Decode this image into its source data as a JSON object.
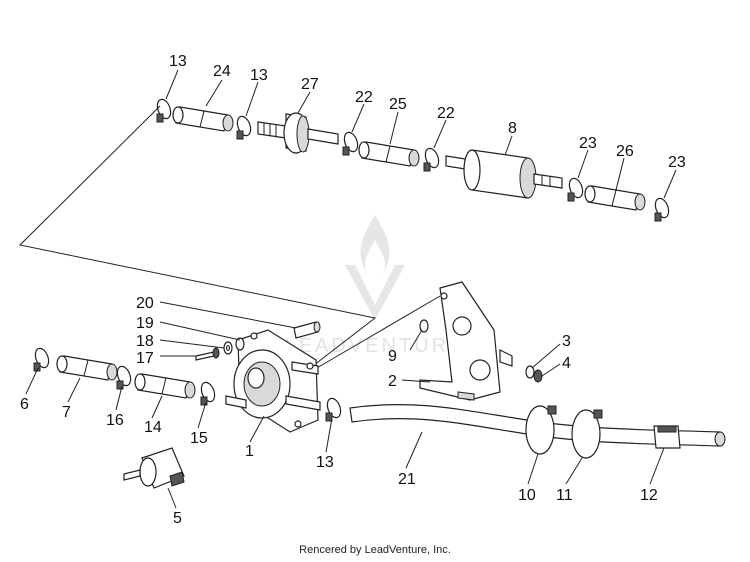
{
  "diagram": {
    "callouts": [
      {
        "id": "c13a",
        "label": "13"
      },
      {
        "id": "c24",
        "label": "24"
      },
      {
        "id": "c13b",
        "label": "13"
      },
      {
        "id": "c27",
        "label": "27"
      },
      {
        "id": "c22a",
        "label": "22"
      },
      {
        "id": "c25",
        "label": "25"
      },
      {
        "id": "c22b",
        "label": "22"
      },
      {
        "id": "c8",
        "label": "8"
      },
      {
        "id": "c23a",
        "label": "23"
      },
      {
        "id": "c26",
        "label": "26"
      },
      {
        "id": "c23b",
        "label": "23"
      },
      {
        "id": "c20",
        "label": "20"
      },
      {
        "id": "c19",
        "label": "19"
      },
      {
        "id": "c18",
        "label": "18"
      },
      {
        "id": "c17",
        "label": "17"
      },
      {
        "id": "c9",
        "label": "9"
      },
      {
        "id": "c3",
        "label": "3"
      },
      {
        "id": "c4",
        "label": "4"
      },
      {
        "id": "c2",
        "label": "2"
      },
      {
        "id": "c6",
        "label": "6"
      },
      {
        "id": "c7",
        "label": "7"
      },
      {
        "id": "c16",
        "label": "16"
      },
      {
        "id": "c14",
        "label": "14"
      },
      {
        "id": "c15",
        "label": "15"
      },
      {
        "id": "c1",
        "label": "1"
      },
      {
        "id": "c13c",
        "label": "13"
      },
      {
        "id": "c21",
        "label": "21"
      },
      {
        "id": "c10",
        "label": "10"
      },
      {
        "id": "c11",
        "label": "11"
      },
      {
        "id": "c12",
        "label": "12"
      },
      {
        "id": "c5",
        "label": "5"
      }
    ],
    "credit": "Rencered by LeadVenture, Inc.",
    "watermark": "LEADVENTURE"
  }
}
